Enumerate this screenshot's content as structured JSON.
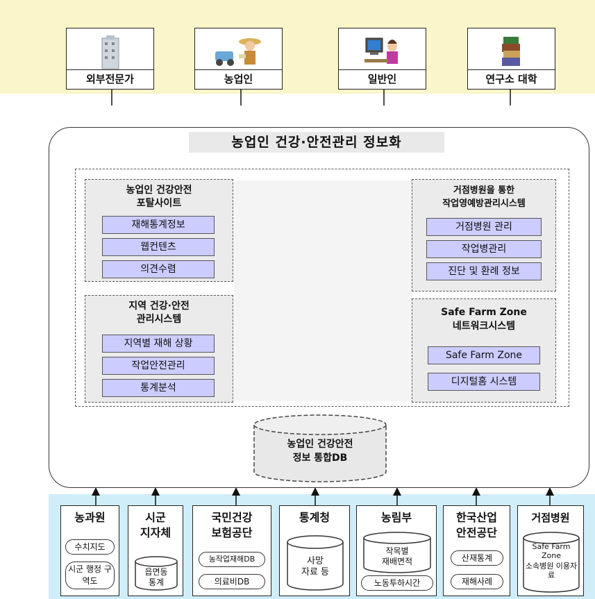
{
  "users": [
    {
      "label": "외부전문가",
      "icon": "building-icon"
    },
    {
      "label": "농업인",
      "icon": "farmer-icon"
    },
    {
      "label": "일반인",
      "icon": "computer-user-icon"
    },
    {
      "label": "연구소 대학",
      "icon": "books-icon"
    }
  ],
  "main_title": "농업인 건강·안전관리 정보화",
  "left_panels": [
    {
      "title_line1": "농업인 건강안전",
      "title_line2": "포탈사이트",
      "items": [
        "재해통계정보",
        "웹컨텐츠",
        "의견수렴"
      ]
    },
    {
      "title_line1": "지역 건강·안전",
      "title_line2": "관리시스템",
      "items": [
        "지역별 재해 상황",
        "작업안전관리",
        "통계분석"
      ]
    }
  ],
  "right_panels": [
    {
      "title_line1": "거점병원을 통한",
      "title_line2": "작업영예방관리시스템",
      "items": [
        "거점병원 관리",
        "작업병관리",
        "진단 및 환례 정보"
      ]
    },
    {
      "title_line1": "Safe Farm Zone",
      "title_line2": "네트워크시스템",
      "items": [
        "Safe Farm Zone",
        "디지털홈 시스템"
      ]
    }
  ],
  "db": {
    "line1": "농업인 건강안전",
    "line2": "정보 통합DB"
  },
  "orgs": [
    {
      "name_line1": "농과원",
      "name_line2": "",
      "pills": [
        "수치지도",
        "시군 행정 구역도"
      ]
    },
    {
      "name_line1": "시군",
      "name_line2": "지자체",
      "cylinder_line1": "읍면동",
      "cylinder_line2": "통계"
    },
    {
      "name_line1": "국민건강",
      "name_line2": "보험공단",
      "pills": [
        "농작업재해DB",
        "의료비DB"
      ]
    },
    {
      "name_line1": "통계청",
      "name_line2": "",
      "cylinder_line1": "사망",
      "cylinder_line2": "자료 등"
    },
    {
      "name_line1": "농림부",
      "name_line2": "",
      "cylinder_line1": "작목별",
      "cylinder_line2": "재배면적",
      "pills": [
        "노동투하시간"
      ]
    },
    {
      "name_line1": "한국산업",
      "name_line2": "안전공단",
      "pills": [
        "산재통계",
        "재해사례"
      ]
    },
    {
      "name_line1": "거점병원",
      "name_line2": "",
      "cylinder_line1": "Safe Farm Zone",
      "cylinder_line2": "소속병원 이용자료"
    }
  ]
}
